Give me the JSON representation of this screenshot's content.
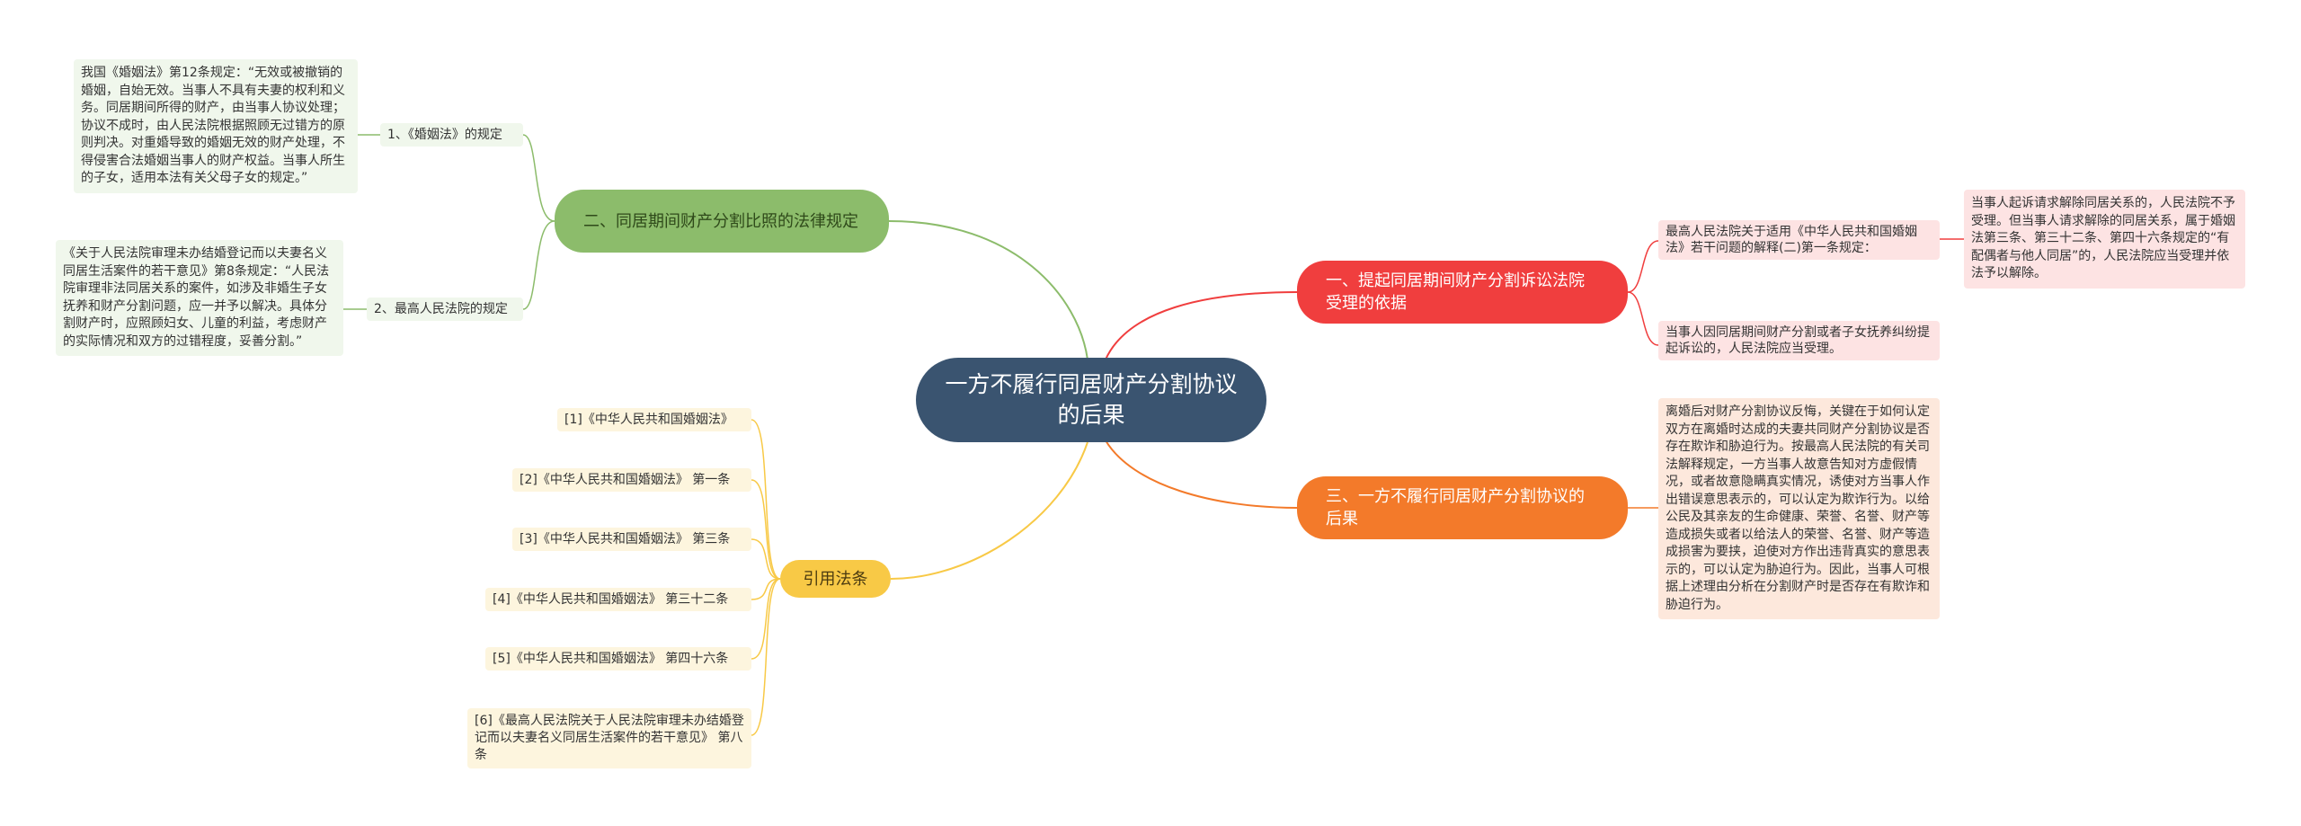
{
  "root": {
    "title": "一方不履行同居财产分割协议的后果"
  },
  "branches": {
    "b1": {
      "title": "二、同居期间财产分割比照的法律规定",
      "children": [
        {
          "label": "1、《婚姻法》的规定",
          "detail": "我国《婚姻法》第12条规定：“无效或被撤销的婚姻，自始无效。当事人不具有夫妻的权利和义务。同居期间所得的财产，由当事人协议处理；协议不成时，由人民法院根据照顾无过错方的原则判决。对重婚导致的婚姻无效的财产处理，不得侵害合法婚姻当事人的财产权益。当事人所生的子女，适用本法有关父母子女的规定。”"
        },
        {
          "label": "2、最高人民法院的规定",
          "detail": "《关于人民法院审理未办结婚登记而以夫妻名义同居生活案件的若干意见》第8条规定：“人民法院审理非法同居关系的案件，如涉及非婚生子女抚养和财产分割问题，应一并予以解决。具体分割财产时，应照顾妇女、儿童的利益，考虑财产的实际情况和双方的过错程度，妥善分割。”"
        }
      ]
    },
    "b2": {
      "title": "一、提起同居期间财产分割诉讼法院受理的依据",
      "children": [
        {
          "label": "最高人民法院关于适用《中华人民共和国婚姻法》若干问题的解释(二)第一条规定：",
          "detail": "当事人起诉请求解除同居关系的，人民法院不予受理。但当事人请求解除的同居关系，属于婚姻法第三条、第三十二条、第四十六条规定的“有配偶者与他人同居”的，人民法院应当受理并依法予以解除。"
        },
        {
          "label": "当事人因同居期间财产分割或者子女抚养纠纷提起诉讼的，人民法院应当受理。"
        }
      ]
    },
    "b3": {
      "title": "三、一方不履行同居财产分割协议的后果",
      "children": [
        {
          "label": "离婚后对财产分割协议反悔，关键在于如何认定双方在离婚时达成的夫妻共同财产分割协议是否存在欺诈和胁迫行为。按最高人民法院的有关司法解释规定，一方当事人故意告知对方虚假情况，或者故意隐瞒真实情况，诱使对方当事人作出错误意思表示的，可以认定为欺诈行为。以给公民及其亲友的生命健康、荣誉、名誉、财产等造成损失或者以给法人的荣誉、名誉、财产等造成损害为要挟，迫使对方作出违背真实的意思表示的，可以认定为胁迫行为。因此，当事人可根据上述理由分析在分割财产时是否存在有欺诈和胁迫行为。"
        }
      ]
    },
    "b4": {
      "title": "引用法条",
      "children": [
        {
          "label": "[1]《中华人民共和国婚姻法》"
        },
        {
          "label": "[2]《中华人民共和国婚姻法》 第一条"
        },
        {
          "label": "[3]《中华人民共和国婚姻法》 第三条"
        },
        {
          "label": "[4]《中华人民共和国婚姻法》 第三十二条"
        },
        {
          "label": "[5]《中华人民共和国婚姻法》 第四十六条"
        },
        {
          "label": "[6]《最高人民法院关于人民法院审理未办结婚登记而以夫妻名义同居生活案件的若干意见》 第八条"
        }
      ]
    }
  },
  "colors": {
    "root": "#3a5470",
    "green": "#8cbc6b",
    "red": "#f03e3e",
    "orange": "#f37a2a",
    "yellow": "#f8c946"
  }
}
